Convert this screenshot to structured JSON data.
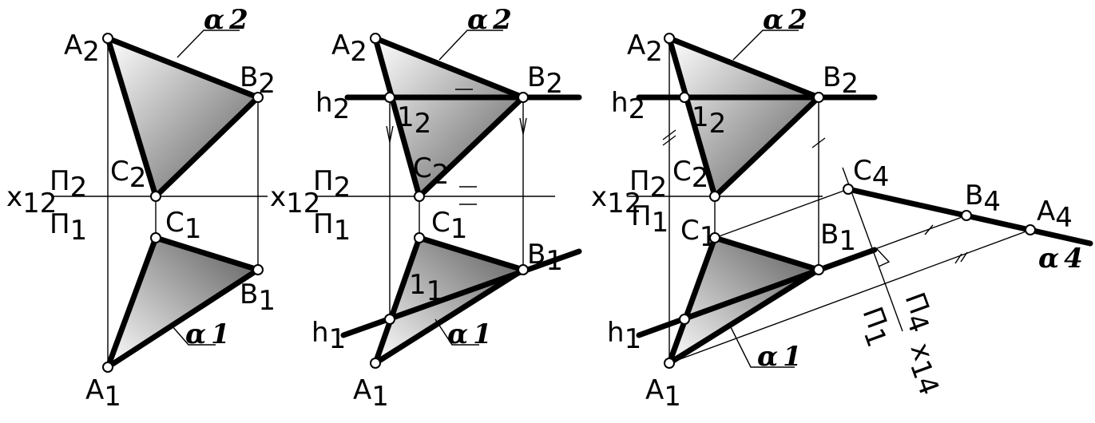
{
  "labels": {
    "a2": "A",
    "b2": "B",
    "c2": "C",
    "a1": "A",
    "b1": "B",
    "c1": "C",
    "a4": "A",
    "b4": "B",
    "c4": "C",
    "h": "h",
    "one": "1",
    "x": "x",
    "pi": "Π",
    "alpha": "α",
    "s2": "2",
    "s1": "1",
    "s4": "4",
    "s12": "12",
    "s14": "14",
    "eq": "="
  },
  "colors": {
    "line": "#000000",
    "fill_light": "#ffffff",
    "fill_dark": "#555555"
  }
}
